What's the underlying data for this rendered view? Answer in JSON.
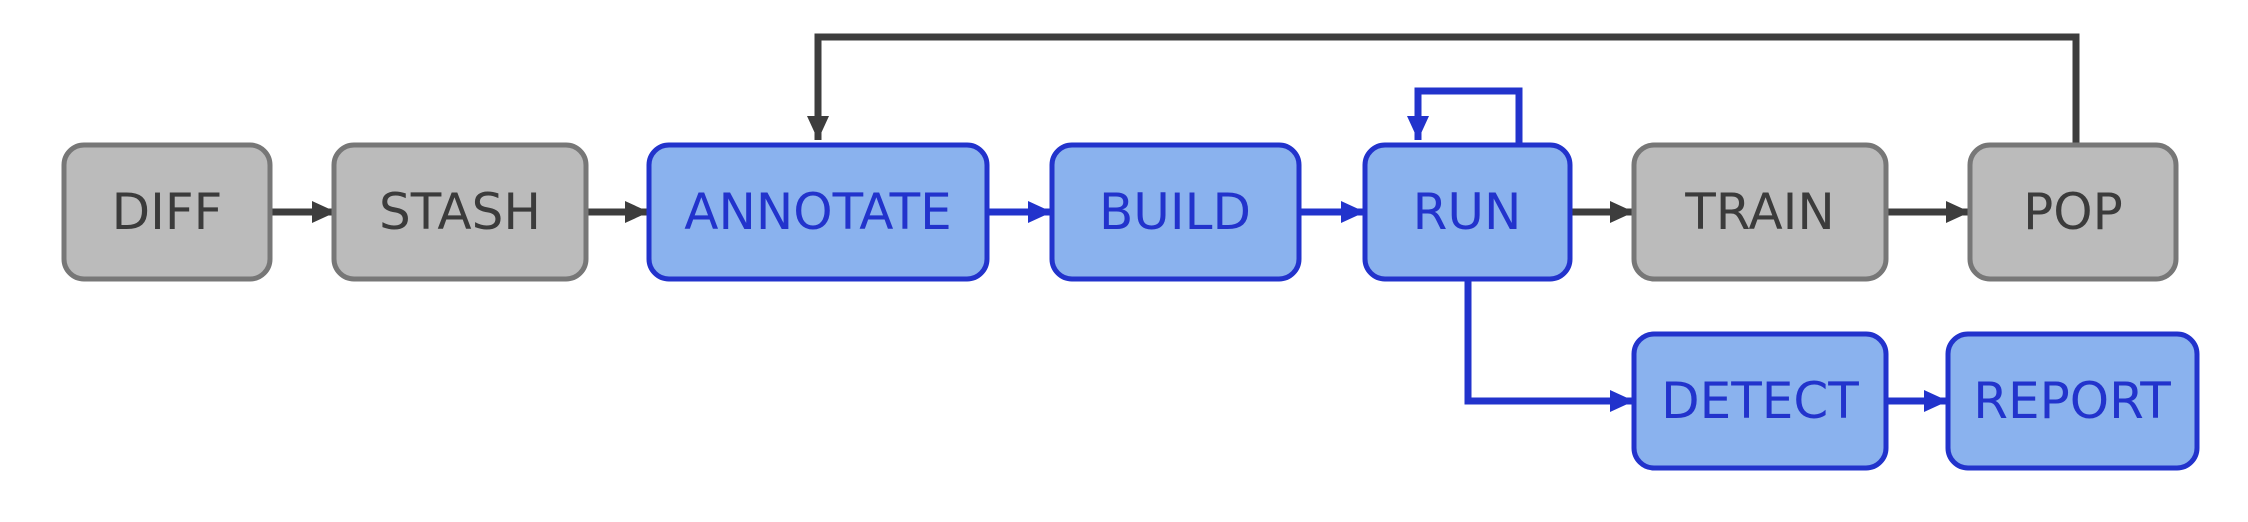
{
  "colors": {
    "gray_fill": "#bbbbbb",
    "gray_stroke": "#777777",
    "gray_text": "#3b3b3b",
    "gray_edge": "#3d3d3d",
    "blue_fill": "#8ab2ee",
    "blue_stroke": "#2233cc",
    "blue_text": "#2233cc",
    "blue_edge": "#2233cc"
  },
  "nodes": {
    "diff": {
      "label": "DIFF",
      "style": "gray"
    },
    "stash": {
      "label": "STASH",
      "style": "gray"
    },
    "annotate": {
      "label": "ANNOTATE",
      "style": "blue"
    },
    "build": {
      "label": "BUILD",
      "style": "blue"
    },
    "run": {
      "label": "RUN",
      "style": "blue"
    },
    "train": {
      "label": "TRAIN",
      "style": "gray"
    },
    "pop": {
      "label": "POP",
      "style": "gray"
    },
    "detect": {
      "label": "DETECT",
      "style": "blue"
    },
    "report": {
      "label": "REPORT",
      "style": "blue"
    }
  },
  "edges": [
    {
      "from": "diff",
      "to": "stash",
      "style": "gray"
    },
    {
      "from": "stash",
      "to": "annotate",
      "style": "gray"
    },
    {
      "from": "annotate",
      "to": "build",
      "style": "blue"
    },
    {
      "from": "build",
      "to": "run",
      "style": "blue"
    },
    {
      "from": "run",
      "to": "run",
      "style": "blue"
    },
    {
      "from": "run",
      "to": "train",
      "style": "gray"
    },
    {
      "from": "train",
      "to": "pop",
      "style": "gray"
    },
    {
      "from": "pop",
      "to": "annotate",
      "style": "gray"
    },
    {
      "from": "run",
      "to": "detect",
      "style": "blue"
    },
    {
      "from": "detect",
      "to": "report",
      "style": "blue"
    }
  ]
}
